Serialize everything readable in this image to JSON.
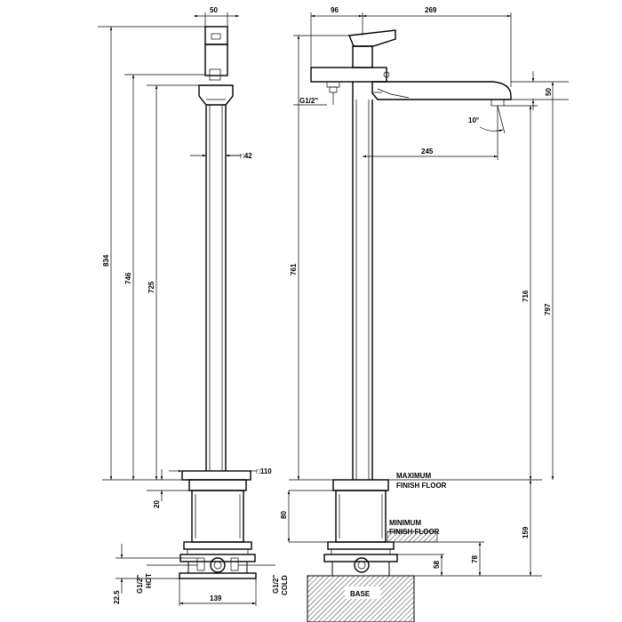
{
  "front_view": {
    "top_width": "50",
    "square_size": "□42",
    "base_square": "□110",
    "overall_height": "834",
    "height_746": "746",
    "height_725": "725",
    "offset_20": "20",
    "inlet_offset": "22.5",
    "hot_thread": "G1/2\"",
    "hot_label": "HOT",
    "cold_thread": "G1/2\"",
    "cold_label": "COLD",
    "base_width": "139"
  },
  "side_view": {
    "top_offset": "96",
    "spout_length": "269",
    "outlet_thread": "G1/2\"",
    "spout_height": "50",
    "angle": "10°",
    "spout_reach": "245",
    "height_761": "761",
    "height_716": "716",
    "height_797": "797",
    "depth_80": "80",
    "depth_159": "159",
    "depth_78": "78",
    "depth_58": "58",
    "max_floor_1": "MAXIMUM",
    "max_floor_2": "FINISH FLOOR",
    "min_floor_1": "MINIMUM",
    "min_floor_2": "FINISH FLOOR",
    "base_label": "BASE"
  }
}
